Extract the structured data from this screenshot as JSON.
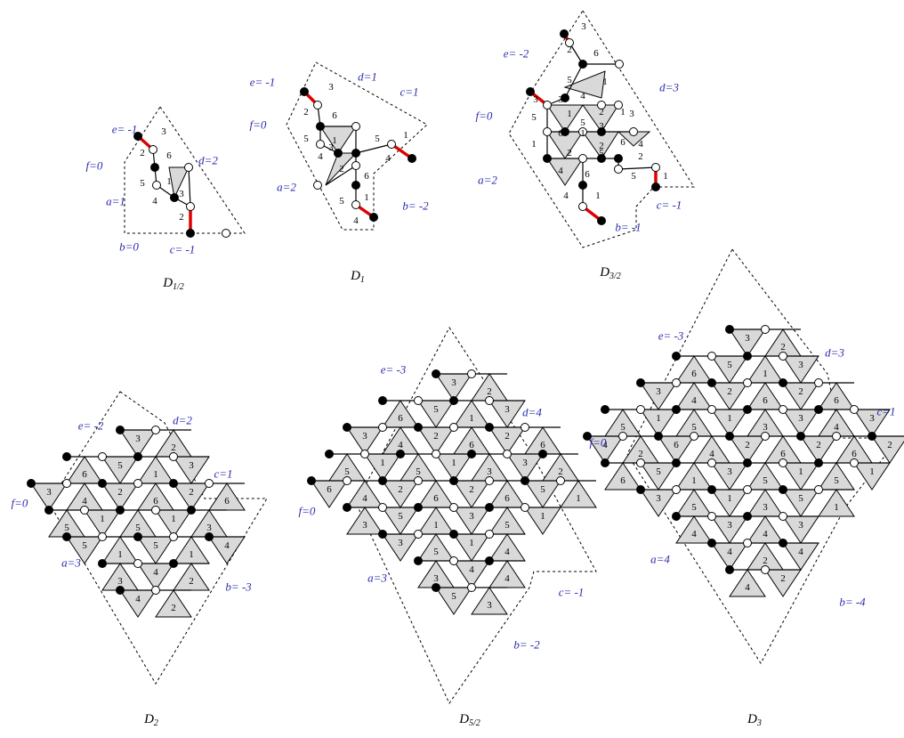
{
  "figures": [
    {
      "id": "D_1/2",
      "caption": "D",
      "caption_sub": "1/2",
      "params": [
        "e= -1",
        "d=2",
        "f=0",
        "a=1",
        "b=0",
        "c= -1"
      ],
      "numbers": [
        "3",
        "2",
        "6",
        "5",
        "1",
        "4",
        "3",
        "2"
      ]
    },
    {
      "id": "D_1",
      "caption": "D",
      "caption_sub": "1",
      "params": [
        "e= -1",
        "d=1",
        "c=1",
        "f=0",
        "a=2",
        "b= -2"
      ],
      "numbers": [
        "3",
        "2",
        "6",
        "5",
        "1",
        "4",
        "3",
        "5",
        "1",
        "4",
        "2",
        "6",
        "5",
        "1",
        "4"
      ]
    },
    {
      "id": "D_3/2",
      "caption": "D",
      "caption_sub": "3/2",
      "params": [
        "e= -2",
        "d=3",
        "f=0",
        "a=2",
        "b= -1",
        "c= -1"
      ],
      "numbers": [
        "3",
        "2",
        "6",
        "5",
        "1",
        "3",
        "3",
        "4",
        "2",
        "6",
        "1",
        "5",
        "1",
        "3",
        "5",
        "1",
        "3",
        "2",
        "6",
        "4",
        "2",
        "5",
        "1",
        "4",
        "6",
        "2",
        "5",
        "1",
        "4",
        "1"
      ]
    },
    {
      "id": "D_2",
      "caption": "D",
      "caption_sub": "2",
      "params": [
        "e= -2",
        "d=2",
        "c=1",
        "f=0",
        "a=3",
        "b= -3"
      ],
      "numbers": [
        "3",
        "2",
        "6",
        "5",
        "1",
        "3",
        "3",
        "4",
        "2",
        "6",
        "2",
        "6",
        "5",
        "1",
        "5",
        "1",
        "3",
        "5",
        "1",
        "5",
        "1",
        "4",
        "3",
        "4",
        "2",
        "4",
        "2",
        "6",
        "2",
        "4",
        "5",
        "3",
        "1",
        "4",
        "2",
        "6",
        "5",
        "1",
        "4"
      ]
    },
    {
      "id": "D_5/2",
      "caption": "D",
      "caption_sub": "5/2",
      "params": [
        "e= -3",
        "d=4",
        "f=0",
        "a=3",
        "b= -2",
        "c= -1"
      ],
      "numbers": [
        "3",
        "2",
        "6",
        "5",
        "1",
        "3",
        "3",
        "4",
        "2",
        "6",
        "2",
        "6",
        "5",
        "1",
        "5",
        "1",
        "3",
        "3",
        "2",
        "6",
        "4",
        "2",
        "6",
        "2",
        "6",
        "5",
        "1",
        "3",
        "5",
        "1",
        "3",
        "5",
        "1",
        "3",
        "5",
        "1",
        "4",
        "3",
        "4",
        "4",
        "5",
        "3",
        "2",
        "6",
        "2",
        "6",
        "2",
        "5",
        "3",
        "1",
        "5",
        "1",
        "3",
        "1",
        "4",
        "6",
        "4",
        "6",
        "5",
        "1",
        "4",
        "2",
        "6",
        "5",
        "1",
        "4"
      ]
    },
    {
      "id": "D_3",
      "caption": "D",
      "caption_sub": "3",
      "params": [
        "e= -3",
        "d=3",
        "c=1",
        "f=0",
        "a=4",
        "b= -4"
      ],
      "numbers": [
        "3",
        "2",
        "6",
        "5",
        "1",
        "3",
        "3",
        "4",
        "2",
        "6",
        "2",
        "6",
        "5",
        "1",
        "5",
        "1",
        "3",
        "3",
        "4",
        "3",
        "4",
        "2",
        "6",
        "4",
        "2",
        "6",
        "2",
        "6",
        "2",
        "6",
        "5",
        "1",
        "3",
        "5",
        "1",
        "5",
        "1",
        "3",
        "5",
        "1",
        "3",
        "5",
        "1",
        "4",
        "3",
        "4",
        "3",
        "4",
        "2",
        "4",
        "4",
        "2",
        "6",
        "2",
        "6",
        "2",
        "6",
        "2",
        "4",
        "5",
        "1",
        "3",
        "5",
        "1",
        "3",
        "5",
        "1",
        "4",
        "3",
        "4",
        "2",
        "6",
        "5",
        "1",
        "4",
        "2",
        "6",
        "5",
        "1",
        "4"
      ]
    }
  ]
}
